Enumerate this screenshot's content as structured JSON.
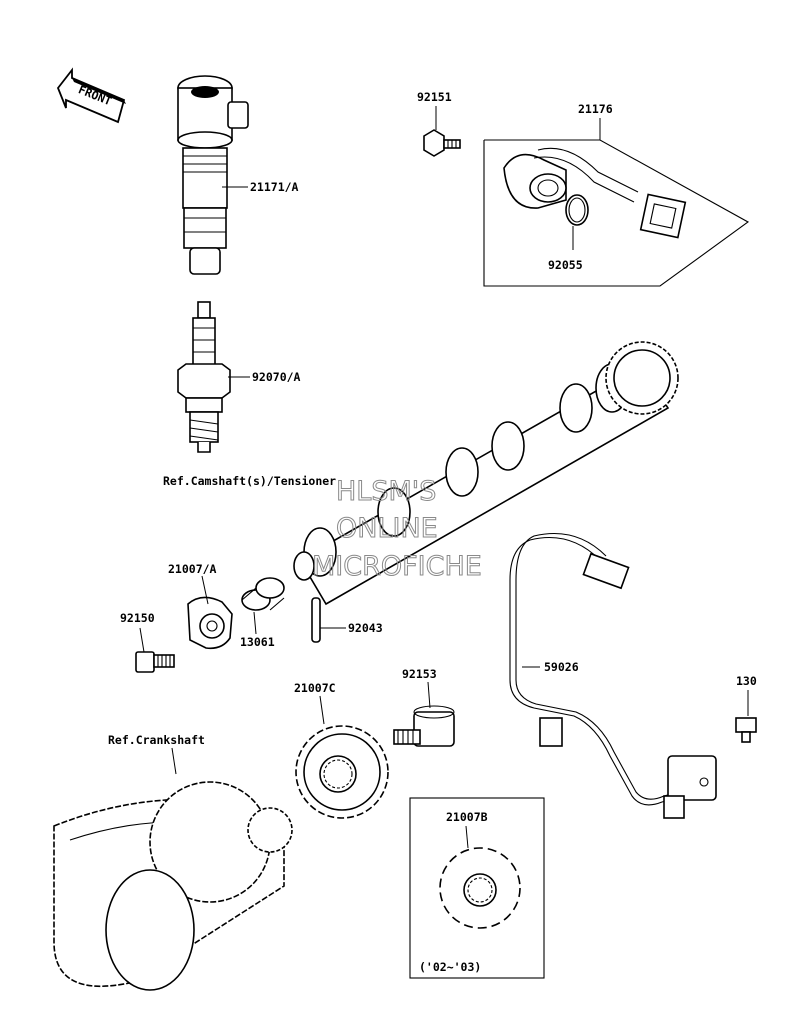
{
  "front_badge": "FRONT",
  "labels": {
    "p21171A": "21171/A",
    "p92070A": "92070/A",
    "p92151": "92151",
    "p21176": "21176",
    "p92055": "92055",
    "p21007A": "21007/A",
    "p92150": "92150",
    "p13061": "13061",
    "p92043": "92043",
    "p21007C": "21007C",
    "p92153": "92153",
    "p59026": "59026",
    "p130": "130",
    "p21007B": "21007B",
    "years_note": "('02~'03)"
  },
  "refs": {
    "camshaft": "Ref.Camshaft(s)/Tensioner",
    "crankshaft": "Ref.Crankshaft"
  },
  "watermark": {
    "line1": "HLSM'S",
    "line2": "ONLINE",
    "line3": "MICROFICHE"
  }
}
